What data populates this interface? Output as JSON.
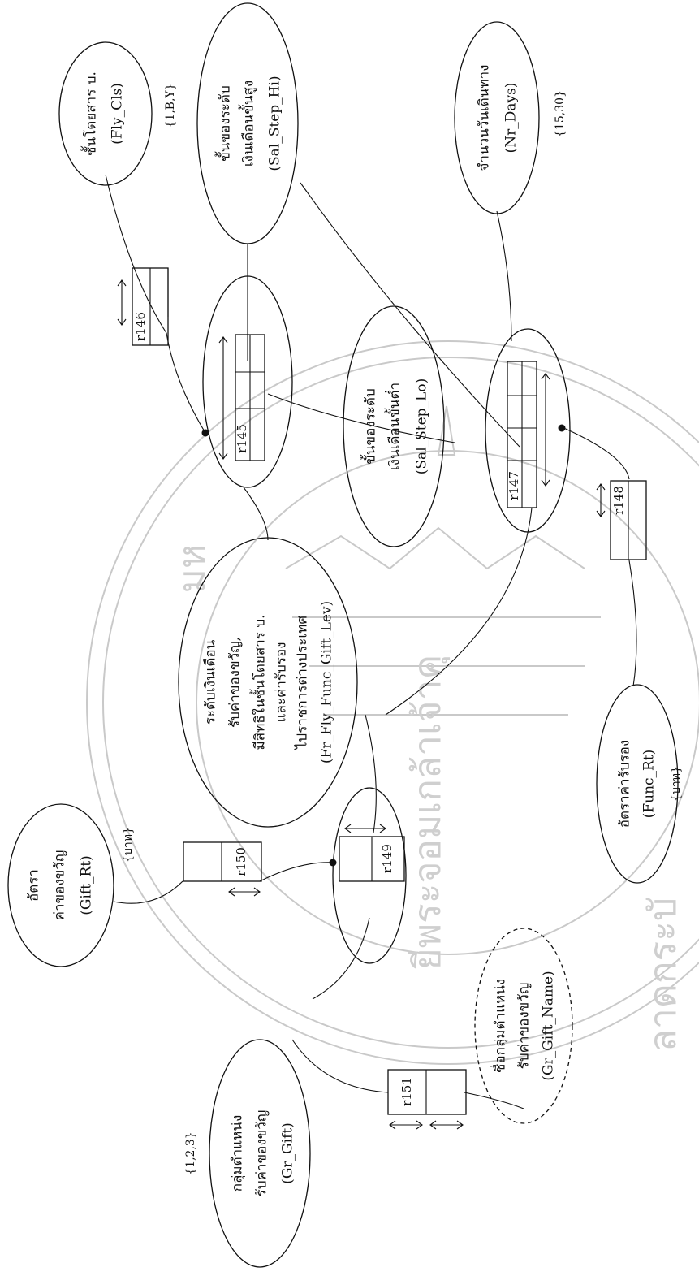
{
  "entities": {
    "fly_cls": {
      "lines": [
        "ชั้นโดยสาร บ.",
        "(Fly_Cls)"
      ],
      "domain": "{1,B,Y}"
    },
    "sal_step_hi": {
      "lines": [
        "ขั้นของระดับ",
        "เงินเดือนขั้นสูง",
        "(Sal_Step_Hi)"
      ]
    },
    "nr_days": {
      "lines": [
        "จำนวนวันเดินทาง",
        "(Nr_Days)"
      ],
      "domain": "{15,30}"
    },
    "sal_step_lo": {
      "lines": [
        "ขั้นของระดับ",
        "เงินเดือนขั้นต่ำ",
        "(Sal_Step_Lo)"
      ]
    },
    "fr_fly": {
      "lines": [
        "ระดับเงินเดือน",
        "รับค่าของขวัญ,",
        "มีสิทธิในชั้นโดยสาร บ.",
        "และค่ารับรอง",
        "ไปราชการต่างประเทศ",
        "(Fr_Fly_Func_Gift_Lev)"
      ]
    },
    "func_rt": {
      "lines": [
        "อัตราค่ารับรอง",
        "(Func_Rt)"
      ],
      "domain": "{บาท}"
    },
    "gift_rt": {
      "lines": [
        "อัตรา",
        "ค่าของขวัญ",
        "(Gift_Rt)"
      ],
      "domain": "{บาท}"
    },
    "gr_gift": {
      "lines": [
        "กลุ่มตำแหน่ง",
        "รับค่าของขวัญ",
        "(Gr_Gift)"
      ],
      "domain": "{1,2,3}"
    },
    "gr_gift_name": {
      "lines": [
        "ชื่อกลุ่มตำแหน่ง",
        "รับค่าของขวัญ",
        "(Gr_Gift_Name)"
      ]
    }
  },
  "relations": {
    "r145": "r145",
    "r146": "r146",
    "r147": "r147",
    "r148": "r148",
    "r149": "r149",
    "r150": "r150",
    "r151": "r151"
  },
  "watermark": {
    "text": "มหาวิทยาลัยเทคโนโลยีพระจอมเกล้าเจ้าคุณทหารลาดกระบัง",
    "fragments": [
      "ยีพระจอมเกล้าเจ้าคุ",
      "มห",
      "ลาดกระบั"
    ]
  }
}
